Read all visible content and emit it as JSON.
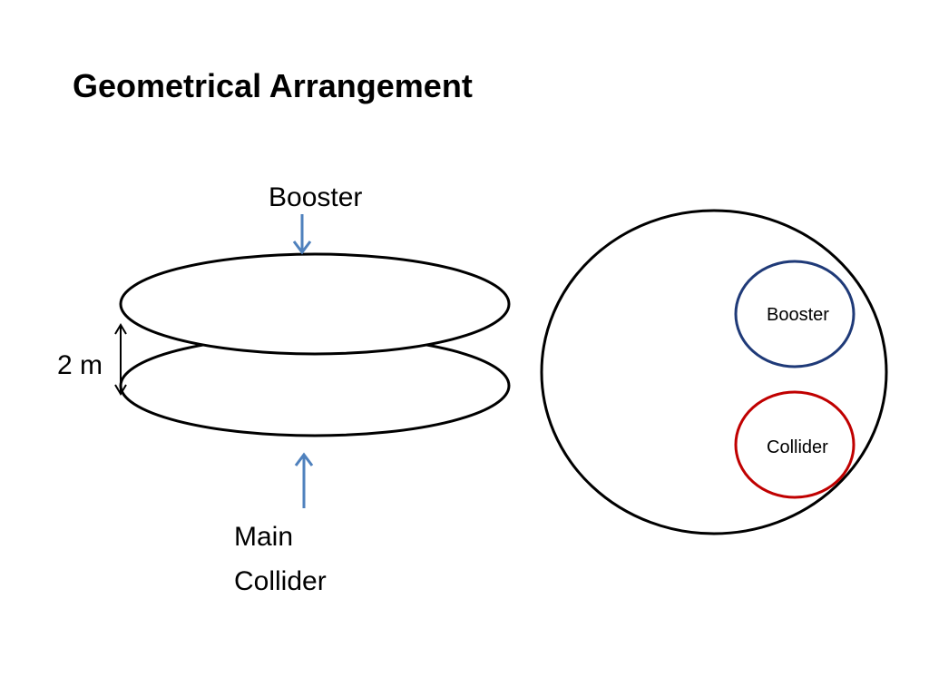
{
  "slide": {
    "title": "Geometrical Arrangement"
  },
  "side_view": {
    "top_label": "Booster",
    "bottom_label_line1": "Main",
    "bottom_label_line2": "Collider",
    "height_label": "2 m"
  },
  "top_view": {
    "booster_label": "Booster",
    "collider_label": "Collider"
  },
  "colors": {
    "arrow_blue": "#4f81bd",
    "booster_ring": "#1f3a78",
    "collider_ring": "#c00000",
    "outline": "#000000"
  }
}
